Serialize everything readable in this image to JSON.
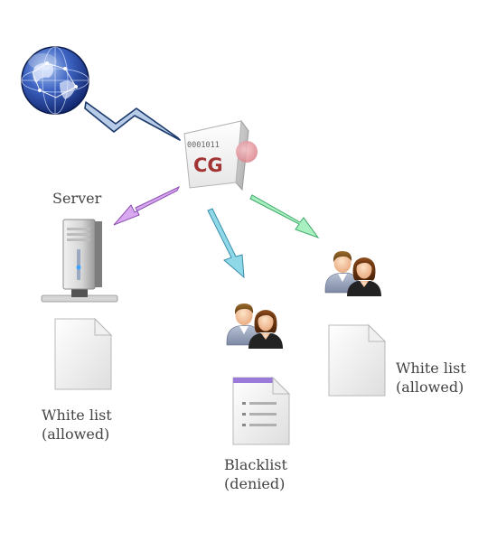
{
  "nodes": {
    "gateway": {
      "bits": "0001011",
      "logo": "CG",
      "logo_color": "#a33434"
    },
    "server": {
      "label": "Server"
    },
    "whitelist_server": {
      "line1": "White list",
      "line2": "(allowed)"
    },
    "blacklist": {
      "line1": "Blacklist",
      "line2": "(denied)",
      "accent": "#9a7ad8"
    },
    "whitelist_users": {
      "line1": "White list",
      "line2": "(allowed)"
    }
  },
  "colors": {
    "globe": "#1e3d9a",
    "lightning": "#1b3a6b",
    "arrow_server": "#d8a8f0",
    "arrow_blacklist": "#8fd8e8",
    "arrow_whitelist": "#a8f0c0"
  }
}
